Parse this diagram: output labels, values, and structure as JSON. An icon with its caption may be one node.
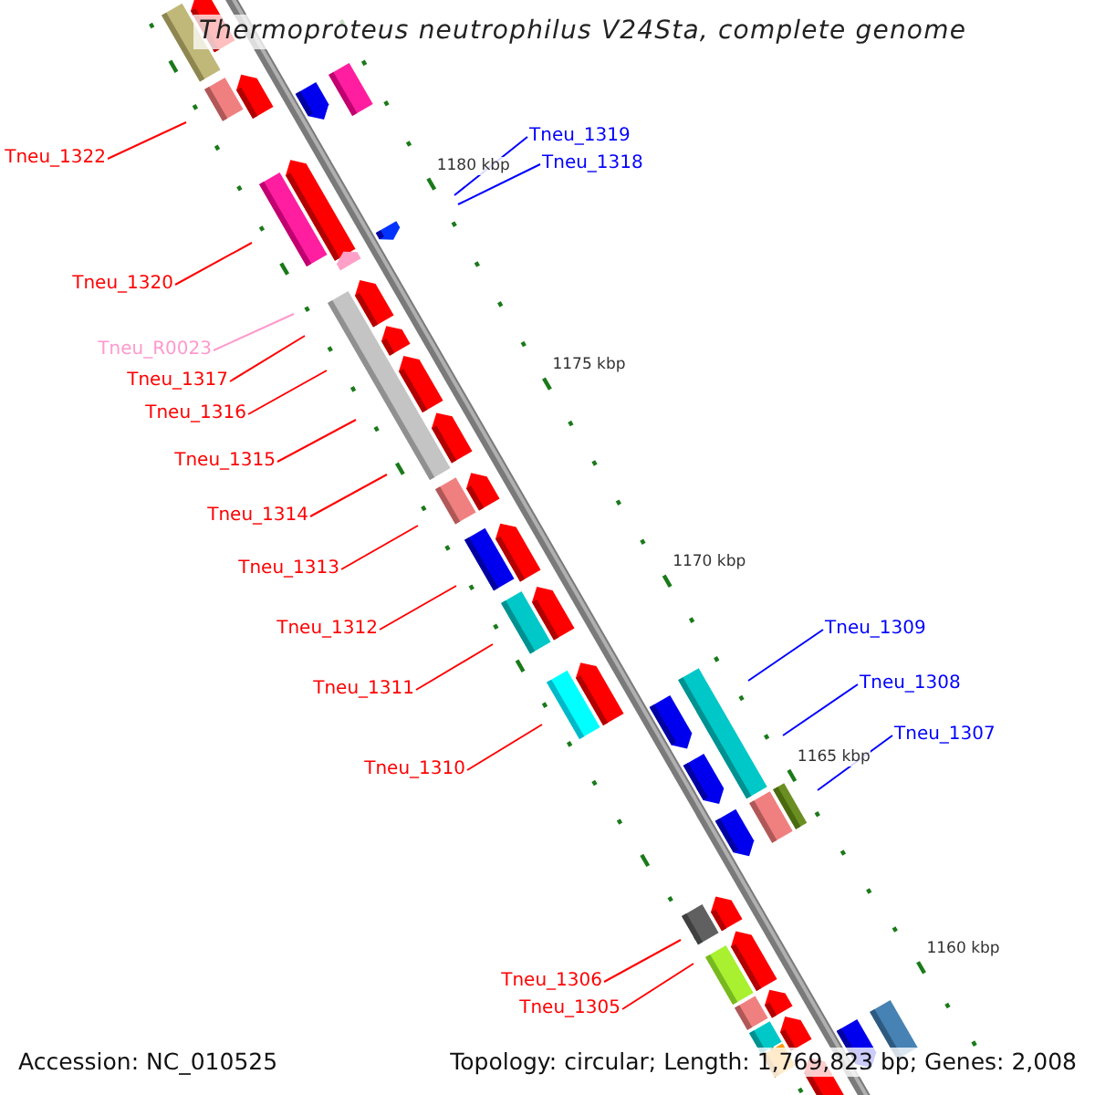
{
  "diagram": {
    "title": "Thermoproteus neutrophilus V24Sta, complete genome",
    "nodes": [
      {
        "text": [
          "Tneu_1319"
        ]
      },
      {
        "text": [
          "Tneu_1322"
        ]
      },
      {
        "text": [
          "Tneu_1318"
        ]
      },
      {
        "text": [
          "Tneu_1320"
        ]
      },
      {
        "text": [
          "Tneu_R0023"
        ]
      },
      {
        "text": [
          "Tneu_1317"
        ]
      },
      {
        "text": [
          "Tneu_1316"
        ]
      },
      {
        "text": [
          "Tneu_1315"
        ]
      },
      {
        "text": [
          "Tneu_1314"
        ]
      },
      {
        "text": [
          "Tneu_1313"
        ]
      },
      {
        "text": [
          "Tneu_1312"
        ]
      },
      {
        "text": [
          "Tneu_1309"
        ]
      },
      {
        "text": [
          "Tneu_1308"
        ]
      },
      {
        "text": [
          "Tneu_1311"
        ]
      },
      {
        "text": [
          "Tneu_1307"
        ]
      },
      {
        "text": [
          "Tneu_1310"
        ]
      },
      {
        "text": [
          "Tneu_1306"
        ]
      },
      {
        "text": [
          "Tneu_1305"
        ]
      }
    ],
    "edges": [
      {
        "from": 0,
        "to": null,
        "arrow": "none",
        "color": "#0000ff"
      },
      {
        "from": 1,
        "to": null,
        "arrow": "none"
      },
      {
        "from": 2,
        "to": null,
        "arrow": "none",
        "color": "#0000ff"
      },
      {
        "from": 3,
        "to": null,
        "arrow": "none"
      },
      {
        "from": 4,
        "to": null,
        "arrow": "none",
        "color": "#ff99cc"
      },
      {
        "from": 5,
        "to": null,
        "arrow": "none"
      },
      {
        "from": 6,
        "to": null,
        "arrow": "none"
      },
      {
        "from": 7,
        "to": null,
        "arrow": "none"
      },
      {
        "from": 8,
        "to": null,
        "arrow": "none"
      },
      {
        "from": 9,
        "to": null,
        "arrow": "none"
      },
      {
        "from": 10,
        "to": null,
        "arrow": "none"
      },
      {
        "from": 11,
        "to": null,
        "arrow": "none",
        "color": "#0000ff"
      },
      {
        "from": 12,
        "to": null,
        "arrow": "none",
        "color": "#0000ff"
      },
      {
        "from": 13,
        "to": null,
        "arrow": "none"
      },
      {
        "from": 14,
        "to": null,
        "arrow": "none",
        "color": "#0000ff"
      },
      {
        "from": 15,
        "to": null,
        "arrow": "none"
      },
      {
        "from": 16,
        "to": null,
        "arrow": "none"
      },
      {
        "from": 17,
        "to": null,
        "arrow": "none"
      }
    ],
    "labels": [
      "1180 kbp",
      "1175 kbp",
      "1170 kbp",
      "1165 kbp",
      "1160 kbp",
      "Accession: NC_010525",
      "Topology: circular; Length: 1,769,823 bp; Genes: 2,008"
    ]
  }
}
